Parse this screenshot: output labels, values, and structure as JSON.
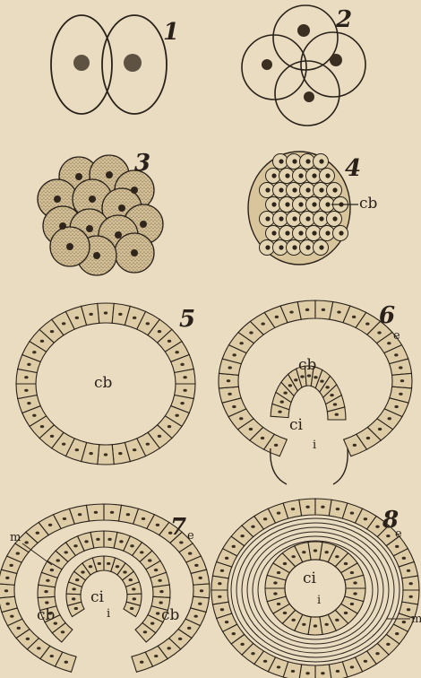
{
  "figures": [
    {
      "number": "1",
      "labels": []
    },
    {
      "number": "2",
      "labels": []
    },
    {
      "number": "3",
      "labels": []
    },
    {
      "number": "4",
      "labels": [
        "cb"
      ]
    },
    {
      "number": "5",
      "labels": [
        "cb"
      ]
    },
    {
      "number": "6",
      "labels": [
        "cb",
        "e",
        "ci",
        "i"
      ]
    },
    {
      "number": "7",
      "labels": [
        "m",
        "e",
        "ci",
        "i",
        "cb",
        "cb"
      ]
    },
    {
      "number": "8",
      "labels": [
        "e",
        "ci",
        "i",
        "m"
      ]
    }
  ],
  "colors": {
    "paper": "#e9dcc0",
    "ink": "#2a221a",
    "cell": "#dccaa2"
  }
}
